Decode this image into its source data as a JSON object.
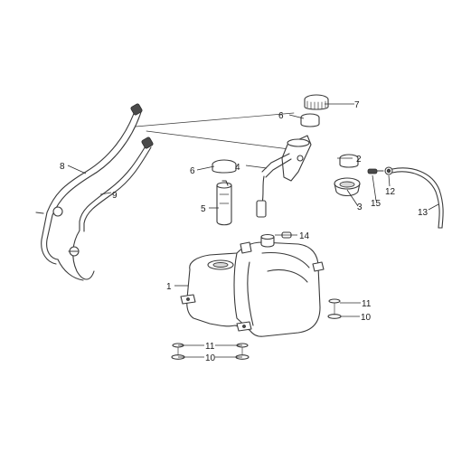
{
  "callouts": {
    "c1": "1",
    "c2": "2",
    "c3": "3",
    "c4": "4",
    "c5": "5",
    "c6a": "6",
    "c6b": "6",
    "c7": "7",
    "c8": "8",
    "c9": "9",
    "c10a": "10",
    "c10b": "10",
    "c11a": "11",
    "c11b": "11",
    "c12": "12",
    "c13": "13",
    "c14": "14",
    "c15": "15"
  }
}
